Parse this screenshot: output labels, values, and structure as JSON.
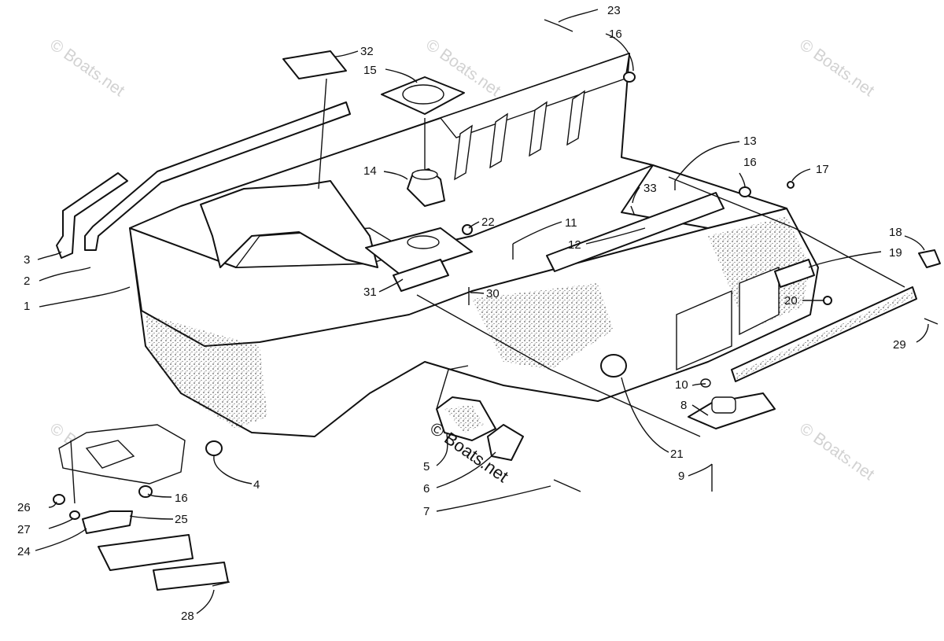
{
  "watermark": {
    "text": "© Boats.net",
    "text_dark": "© Boats.net"
  },
  "callouts": [
    {
      "num": "1"
    },
    {
      "num": "2"
    },
    {
      "num": "3"
    },
    {
      "num": "4"
    },
    {
      "num": "5"
    },
    {
      "num": "6"
    },
    {
      "num": "7"
    },
    {
      "num": "8"
    },
    {
      "num": "9"
    },
    {
      "num": "10"
    },
    {
      "num": "11"
    },
    {
      "num": "12"
    },
    {
      "num": "13"
    },
    {
      "num": "14"
    },
    {
      "num": "15"
    },
    {
      "num": "16"
    },
    {
      "num": "16"
    },
    {
      "num": "16"
    },
    {
      "num": "17"
    },
    {
      "num": "18"
    },
    {
      "num": "19"
    },
    {
      "num": "20"
    },
    {
      "num": "21"
    },
    {
      "num": "22"
    },
    {
      "num": "23"
    },
    {
      "num": "24"
    },
    {
      "num": "25"
    },
    {
      "num": "26"
    },
    {
      "num": "27"
    },
    {
      "num": "28"
    },
    {
      "num": "29"
    },
    {
      "num": "30"
    },
    {
      "num": "31"
    },
    {
      "num": "32"
    },
    {
      "num": "33"
    }
  ]
}
